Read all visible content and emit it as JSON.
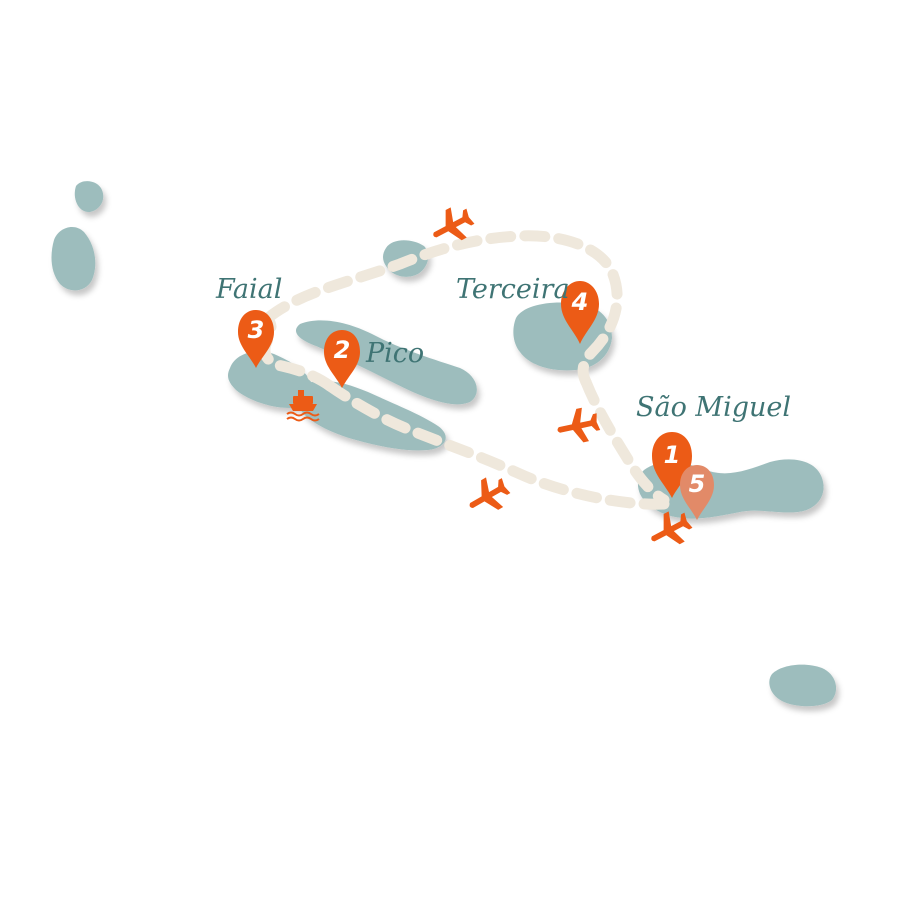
{
  "map": {
    "islands": [
      {
        "name": "Faial",
        "icon": "island-shape"
      },
      {
        "name": "Pico",
        "icon": "island-shape"
      },
      {
        "name": "Terceira",
        "icon": "island-shape"
      },
      {
        "name": "São Miguel",
        "icon": "island-shape"
      }
    ],
    "labels": {
      "faial": "Faial",
      "pico": "Pico",
      "terceira": "Terceira",
      "sao_miguel": "São Miguel"
    },
    "stops": [
      {
        "number": "1",
        "island": "São Miguel"
      },
      {
        "number": "2",
        "island": "Pico"
      },
      {
        "number": "3",
        "island": "Faial"
      },
      {
        "number": "4",
        "island": "Terceira"
      },
      {
        "number": "5",
        "island": "São Miguel"
      }
    ],
    "transport_icons": [
      "plane-icon",
      "ferry-icon"
    ],
    "colors": {
      "island": "#9dbdbd",
      "route": "#efe8dc",
      "pin": "#ec5b16",
      "pin_final": "#e28a68",
      "label": "#3f7474"
    }
  }
}
